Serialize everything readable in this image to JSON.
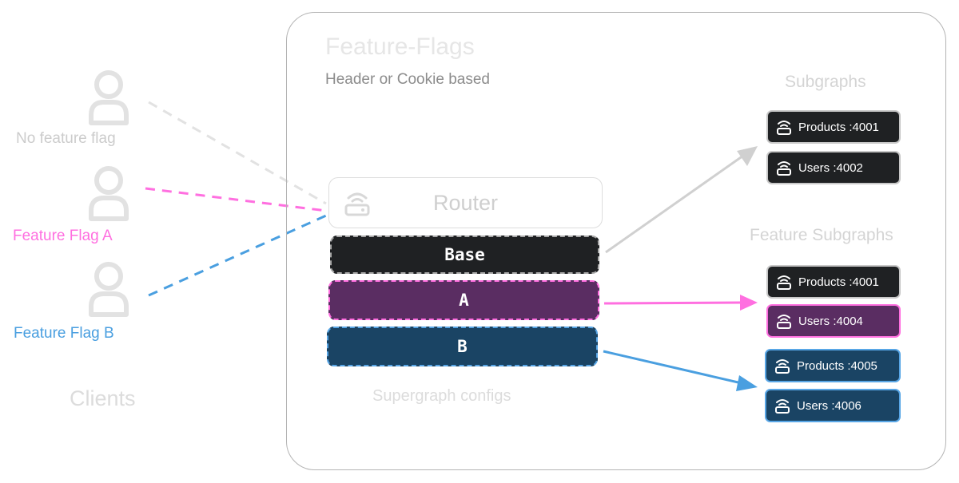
{
  "diagram": {
    "title": "Feature-Flags",
    "subtitle": "Header or Cookie based",
    "clients": {
      "title": "Clients",
      "items": [
        {
          "label": "No feature flag",
          "color": "#cccccc"
        },
        {
          "label": "Feature Flag A",
          "color": "#ff6fe0"
        },
        {
          "label": "Feature Flag B",
          "color": "#4a9fe0"
        }
      ]
    },
    "router": {
      "label": "Router",
      "icon": "router-icon"
    },
    "configs": {
      "caption": "Supergraph configs",
      "items": [
        {
          "label": "Base",
          "color": "#1f2123",
          "border": "#a8a8a8"
        },
        {
          "label": "A",
          "color": "#5a2d62",
          "border": "#ff6fe0"
        },
        {
          "label": "B",
          "color": "#1a4464",
          "border": "#58a6e6"
        }
      ]
    },
    "subgraphs": {
      "title": "Subgraphs",
      "items": [
        "Products :4001",
        "Users :4002"
      ]
    },
    "feature_subgraphs": {
      "title": "Feature Subgraphs",
      "items": [
        "Products :4001",
        "Users :4004",
        "Products :4005",
        "Users :4006"
      ]
    },
    "colors": {
      "no_flag": "#dddddd",
      "flag_a": "#ff6fe0",
      "flag_b": "#4a9fe0",
      "base_arrow": "#d0d0d0"
    }
  }
}
